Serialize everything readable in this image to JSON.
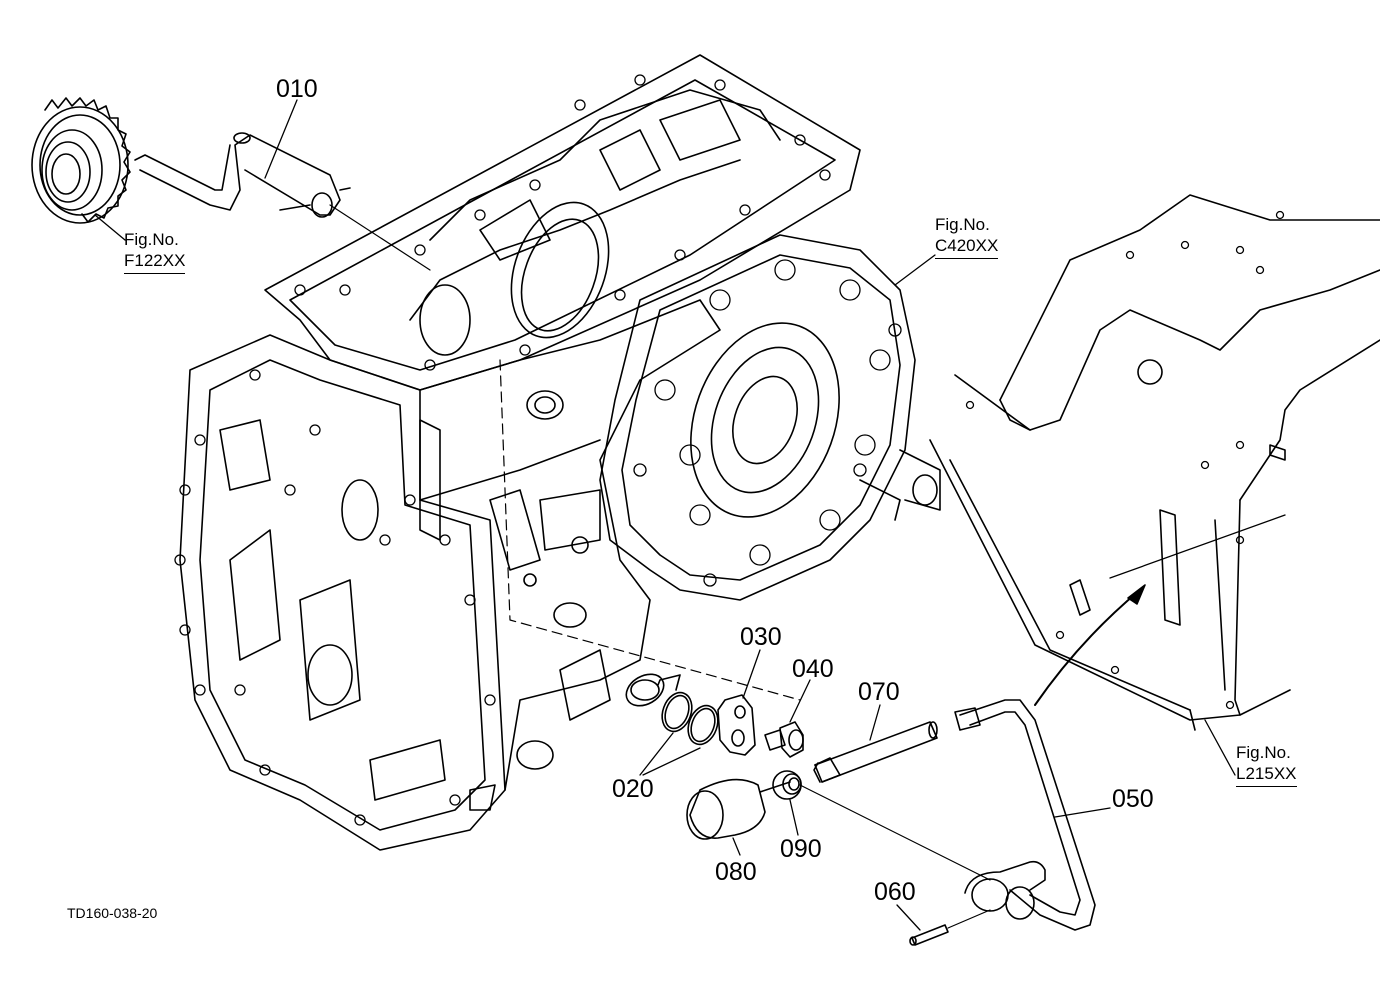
{
  "parts": [
    {
      "id": "p010",
      "label": "010"
    },
    {
      "id": "p020",
      "label": "020"
    },
    {
      "id": "p030",
      "label": "030"
    },
    {
      "id": "p040",
      "label": "040"
    },
    {
      "id": "p050",
      "label": "050"
    },
    {
      "id": "p060",
      "label": "060"
    },
    {
      "id": "p070",
      "label": "070"
    },
    {
      "id": "p080",
      "label": "080"
    },
    {
      "id": "p090",
      "label": "090"
    }
  ],
  "references": [
    {
      "prefix": "Fig.No.",
      "code": "F122XX"
    },
    {
      "prefix": "Fig.No.",
      "code": "C420XX"
    },
    {
      "prefix": "Fig.No.",
      "code": "L215XX"
    }
  ],
  "drawing_code": "TD160-038-20"
}
